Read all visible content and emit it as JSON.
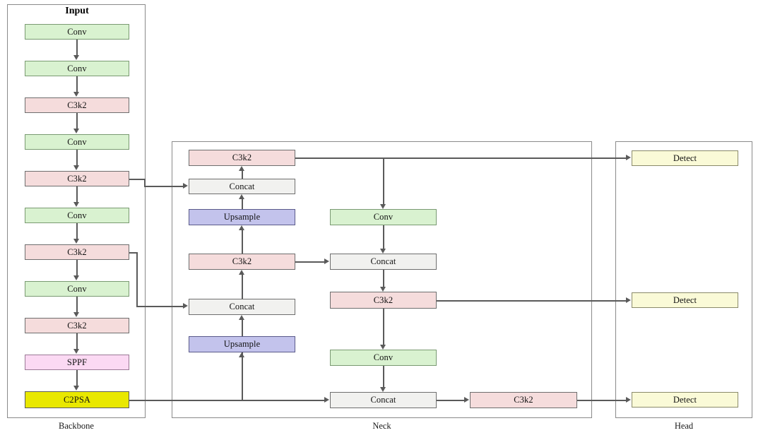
{
  "diagram": {
    "title": "Input",
    "sections": [
      {
        "id": "backbone",
        "label": "Backbone"
      },
      {
        "id": "neck",
        "label": "Neck"
      },
      {
        "id": "head",
        "label": "Head"
      }
    ],
    "colors": {
      "conv": "#d9f2d0",
      "c3k2": "#f5dcdc",
      "sppf": "#fbd9f3",
      "c2psa": "#e9e800",
      "concat": "#f1f1ef",
      "upsample": "#c3c3ec",
      "detect": "#fafad7",
      "line": "#5a5a5a",
      "panel_border": "#8a8a8a"
    },
    "backbone": {
      "blocks": [
        {
          "label": "Conv",
          "type": "conv"
        },
        {
          "label": "Conv",
          "type": "conv"
        },
        {
          "label": "C3k2",
          "type": "c3k2"
        },
        {
          "label": "Conv",
          "type": "conv"
        },
        {
          "label": "C3k2",
          "type": "c3k2"
        },
        {
          "label": "Conv",
          "type": "conv"
        },
        {
          "label": "C3k2",
          "type": "c3k2"
        },
        {
          "label": "Conv",
          "type": "conv"
        },
        {
          "label": "C3k2",
          "type": "c3k2"
        },
        {
          "label": "SPPF",
          "type": "sppf"
        },
        {
          "label": "C2PSA",
          "type": "c2psa"
        }
      ]
    },
    "neck": {
      "left_column": [
        {
          "label": "C3k2",
          "type": "c3k2"
        },
        {
          "label": "Concat",
          "type": "concat"
        },
        {
          "label": "Upsample",
          "type": "upsample"
        },
        {
          "label": "C3k2",
          "type": "c3k2"
        },
        {
          "label": "Concat",
          "type": "concat"
        },
        {
          "label": "Upsample",
          "type": "upsample"
        }
      ],
      "right_column": [
        {
          "label": "Conv",
          "type": "conv"
        },
        {
          "label": "Concat",
          "type": "concat"
        },
        {
          "label": "C3k2",
          "type": "c3k2"
        },
        {
          "label": "Conv",
          "type": "conv"
        },
        {
          "label": "Concat",
          "type": "concat"
        }
      ],
      "tail_block": {
        "label": "C3k2",
        "type": "c3k2"
      }
    },
    "head": {
      "blocks": [
        {
          "label": "Detect",
          "type": "detect"
        },
        {
          "label": "Detect",
          "type": "detect"
        },
        {
          "label": "Detect",
          "type": "detect"
        }
      ]
    }
  }
}
